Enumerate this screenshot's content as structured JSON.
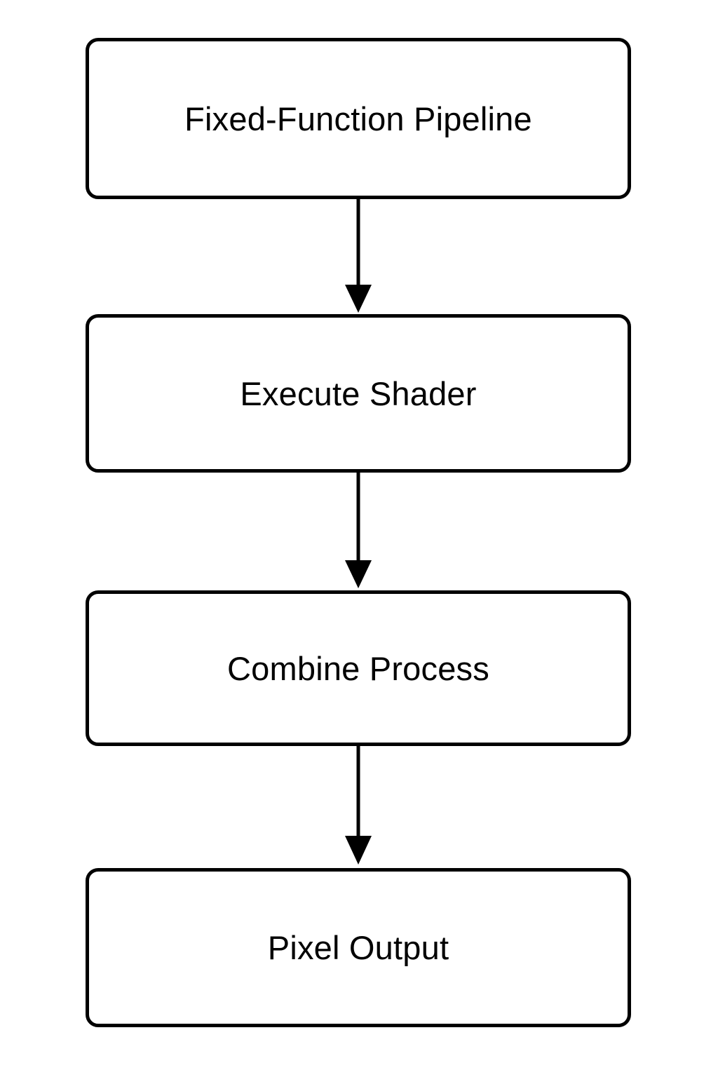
{
  "diagram": {
    "type": "flowchart",
    "orientation": "top-to-bottom",
    "title": "",
    "background_color": "#ffffff",
    "stroke_color": "#000000",
    "node_fill_color": "#ffffff",
    "text_color": "#000000",
    "nodes": [
      {
        "id": "node-1",
        "label": "Fixed-Function Pipeline",
        "shape": "rounded-rectangle"
      },
      {
        "id": "node-2",
        "label": "Execute Shader",
        "shape": "rounded-rectangle"
      },
      {
        "id": "node-3",
        "label": "Combine Process",
        "shape": "rounded-rectangle"
      },
      {
        "id": "node-4",
        "label": "Pixel Output",
        "shape": "rounded-rectangle"
      }
    ],
    "edges": [
      {
        "id": "edge-1",
        "from": "node-1",
        "to": "node-2",
        "label": "",
        "arrow": "filled-triangle",
        "style": "solid"
      },
      {
        "id": "edge-2",
        "from": "node-2",
        "to": "node-3",
        "label": "",
        "arrow": "filled-triangle",
        "style": "solid"
      },
      {
        "id": "edge-3",
        "from": "node-3",
        "to": "node-4",
        "label": "",
        "arrow": "filled-triangle",
        "style": "solid"
      }
    ]
  }
}
